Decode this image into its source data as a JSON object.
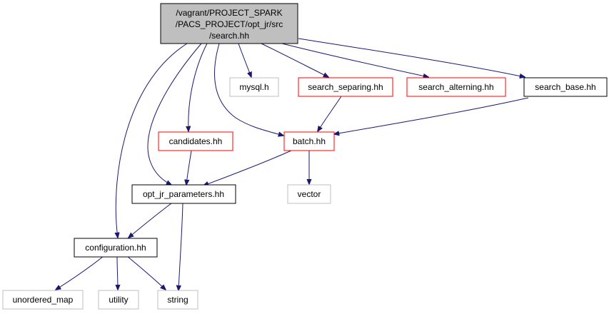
{
  "graph": {
    "root": {
      "lines": [
        "/vagrant/PROJECT_SPARK",
        "/PACS_PROJECT/opt_jr/src",
        "/search.hh"
      ]
    },
    "nodes": [
      {
        "id": "mysql",
        "label": "mysql.h",
        "kind": "system"
      },
      {
        "id": "search_separing",
        "label": "search_separing.hh",
        "kind": "truncated"
      },
      {
        "id": "search_alterning",
        "label": "search_alterning.hh",
        "kind": "truncated"
      },
      {
        "id": "search_base",
        "label": "search_base.hh",
        "kind": "documented"
      },
      {
        "id": "candidates",
        "label": "candidates.hh",
        "kind": "truncated"
      },
      {
        "id": "batch",
        "label": "batch.hh",
        "kind": "truncated"
      },
      {
        "id": "opt_jr_parameters",
        "label": "opt_jr_parameters.hh",
        "kind": "documented"
      },
      {
        "id": "vector",
        "label": "vector",
        "kind": "system"
      },
      {
        "id": "configuration",
        "label": "configuration.hh",
        "kind": "documented"
      },
      {
        "id": "unordered_map",
        "label": "unordered_map",
        "kind": "system"
      },
      {
        "id": "utility",
        "label": "utility",
        "kind": "system"
      },
      {
        "id": "string",
        "label": "string",
        "kind": "system"
      }
    ],
    "edges": [
      {
        "from": "root",
        "to": "mysql"
      },
      {
        "from": "root",
        "to": "search_separing"
      },
      {
        "from": "root",
        "to": "search_alterning"
      },
      {
        "from": "root",
        "to": "search_base"
      },
      {
        "from": "root",
        "to": "candidates"
      },
      {
        "from": "root",
        "to": "batch"
      },
      {
        "from": "root",
        "to": "opt_jr_parameters"
      },
      {
        "from": "root",
        "to": "configuration"
      },
      {
        "from": "search_separing",
        "to": "batch"
      },
      {
        "from": "search_base",
        "to": "batch"
      },
      {
        "from": "candidates",
        "to": "opt_jr_parameters"
      },
      {
        "from": "batch",
        "to": "opt_jr_parameters"
      },
      {
        "from": "batch",
        "to": "vector"
      },
      {
        "from": "opt_jr_parameters",
        "to": "configuration"
      },
      {
        "from": "opt_jr_parameters",
        "to": "string"
      },
      {
        "from": "configuration",
        "to": "unordered_map"
      },
      {
        "from": "configuration",
        "to": "utility"
      },
      {
        "from": "configuration",
        "to": "string"
      }
    ],
    "colors": {
      "edge": "#191970",
      "root_fill": "#bfbfbf",
      "documented_border": "#000000",
      "truncated_border": "#ff0000",
      "system_border": "#bfbfbf",
      "text": "#000000"
    }
  }
}
